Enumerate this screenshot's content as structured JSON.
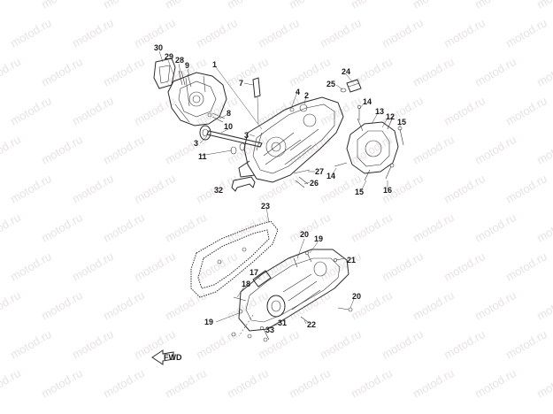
{
  "watermark": {
    "text": "motod.ru"
  },
  "callouts": [
    {
      "id": "c30",
      "text": "30"
    },
    {
      "id": "c29",
      "text": "29"
    },
    {
      "id": "c28",
      "text": "28"
    },
    {
      "id": "c9",
      "text": "9"
    },
    {
      "id": "c1",
      "text": "1"
    },
    {
      "id": "c8",
      "text": "8"
    },
    {
      "id": "c10",
      "text": "10"
    },
    {
      "id": "c3a",
      "text": "3"
    },
    {
      "id": "c11",
      "text": "11"
    },
    {
      "id": "c7",
      "text": "7"
    },
    {
      "id": "c4",
      "text": "4"
    },
    {
      "id": "c2",
      "text": "2"
    },
    {
      "id": "c3b",
      "text": "3"
    },
    {
      "id": "c24",
      "text": "24"
    },
    {
      "id": "c25",
      "text": "25"
    },
    {
      "id": "c14a",
      "text": "14"
    },
    {
      "id": "c13",
      "text": "13"
    },
    {
      "id": "c12",
      "text": "12"
    },
    {
      "id": "c15a",
      "text": "15"
    },
    {
      "id": "c27",
      "text": "27"
    },
    {
      "id": "c14b",
      "text": "14"
    },
    {
      "id": "c26",
      "text": "26"
    },
    {
      "id": "c15b",
      "text": "15"
    },
    {
      "id": "c16",
      "text": "16"
    },
    {
      "id": "c32",
      "text": "32"
    },
    {
      "id": "c23",
      "text": "23"
    },
    {
      "id": "c20a",
      "text": "20"
    },
    {
      "id": "c19a",
      "text": "19"
    },
    {
      "id": "c21",
      "text": "21"
    },
    {
      "id": "c17",
      "text": "17"
    },
    {
      "id": "c18",
      "text": "18"
    },
    {
      "id": "c20b",
      "text": "20"
    },
    {
      "id": "c19b",
      "text": "19"
    },
    {
      "id": "c31",
      "text": "31"
    },
    {
      "id": "c22",
      "text": "22"
    },
    {
      "id": "c33",
      "text": "33"
    }
  ],
  "direction_marker": {
    "text": "FWD"
  }
}
